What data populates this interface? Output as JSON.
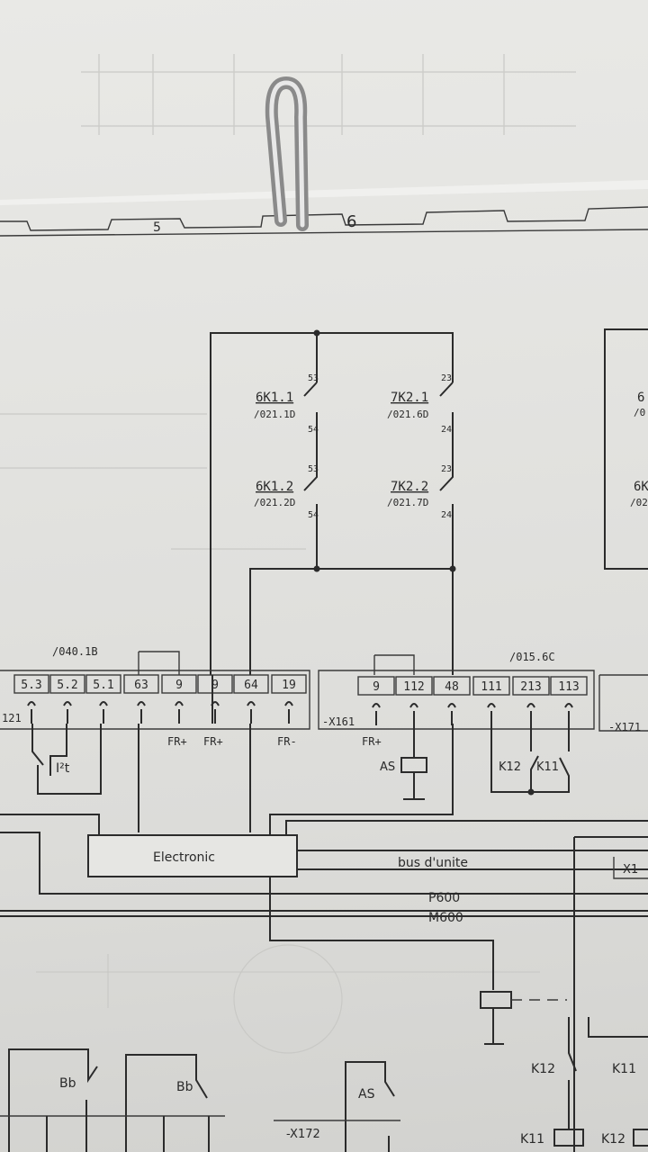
{
  "sheet": {
    "tab_label": "6",
    "tab_label_partial": "5"
  },
  "contacts": {
    "k6_1": {
      "name": "6K1.1",
      "ref": "/021.1D",
      "pin_top": "53",
      "pin_bot": "54"
    },
    "k6_2": {
      "name": "6K1.2",
      "ref": "/021.2D",
      "pin_top": "53",
      "pin_bot": "54"
    },
    "k7_1": {
      "name": "7K2.1",
      "ref": "/021.6D",
      "pin_top": "23",
      "pin_bot": "24"
    },
    "k7_2": {
      "name": "7K2.2",
      "ref": "/021.7D",
      "pin_top": "23",
      "pin_bot": "24"
    },
    "right_cut_1": {
      "name": "6",
      "ref": "/0"
    },
    "right_cut_2": {
      "name": "6K",
      "ref": "/02"
    }
  },
  "references": {
    "left": "/040.1B",
    "right": "/015.6C"
  },
  "strip_left": {
    "designator": "121",
    "terminals": [
      "5.3",
      "5.2",
      "5.1",
      "63",
      "9",
      "9",
      "64",
      "19"
    ],
    "signals": {
      "t5": "FR+",
      "t6": "FR+",
      "t8": "FR-"
    },
    "fuse_label": "I²t"
  },
  "strip_mid": {
    "designator": "-X161",
    "terminals": [
      "9",
      "112",
      "48",
      "111",
      "213",
      "113"
    ],
    "signals": {
      "t1": "FR+"
    },
    "coil": "AS",
    "k12": "K12",
    "k11": "K11"
  },
  "strip_right": {
    "designator": "-X171"
  },
  "blocks": {
    "electronic": "Electronic",
    "bus": "bus d'unite",
    "p600": "P600",
    "m600": "M600",
    "x1_cut": "-X1"
  },
  "bottom": {
    "bb1": "Bb",
    "bb2": "Bb",
    "as": "AS",
    "x172": "-X172",
    "k12": "K12",
    "k11": "K11",
    "k11_coil": "K11",
    "k12_coil": "K12"
  }
}
